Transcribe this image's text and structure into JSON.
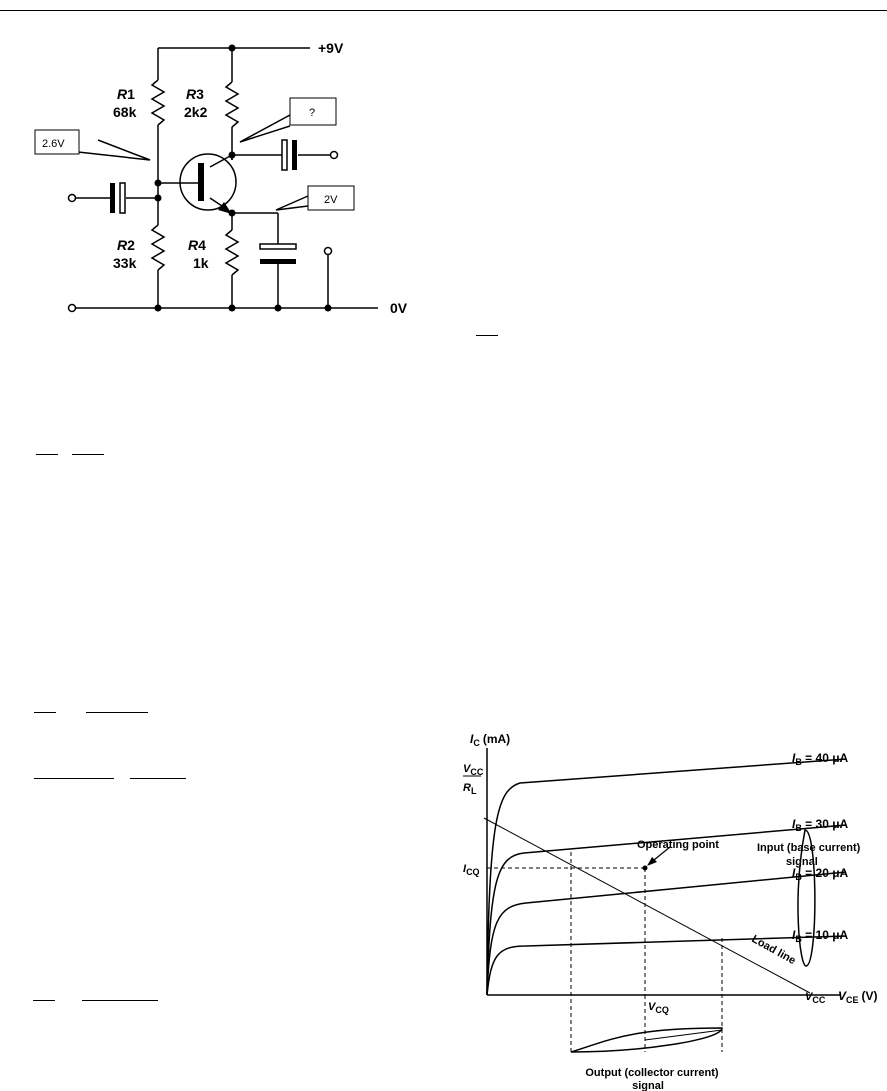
{
  "circuit": {
    "supply_label": "+9V",
    "ground_label": "0V",
    "r1": {
      "name": "R",
      "num": "1",
      "value": "68k"
    },
    "r3": {
      "name": "R",
      "num": "3",
      "value": "2k2"
    },
    "r2": {
      "name": "R",
      "num": "2",
      "value": "33k"
    },
    "r4": {
      "name": "R",
      "num": "4",
      "value": "1k"
    },
    "callout_base": "2.6V",
    "callout_collector": "?",
    "callout_emitter": "2V"
  },
  "graph": {
    "y_axis_sym": "I",
    "y_axis_sub": "C",
    "y_axis_unit": "(mA)",
    "x_axis_sym": "V",
    "x_axis_sub": "CE",
    "x_axis_unit": "(V)",
    "vcc_frac_num_sym": "V",
    "vcc_frac_num_sub": "CC",
    "vcc_frac_den_sym": "R",
    "vcc_frac_den_sub": "L",
    "icq_sym": "I",
    "icq_sub": "CQ",
    "vcq_sym": "V",
    "vcq_sub": "CQ",
    "vcc_sym": "V",
    "vcc_sub": "CC",
    "curves": [
      {
        "sym": "I",
        "sub": "B",
        "val": " = 40 μA"
      },
      {
        "sym": "I",
        "sub": "B",
        "val": " = 30 μA"
      },
      {
        "sym": "I",
        "sub": "B",
        "val": " = 20 μA"
      },
      {
        "sym": "I",
        "sub": "B",
        "val": " = 10 μA"
      }
    ],
    "operating_point": "Operating  point",
    "input_line1": "Input (base current)",
    "input_line2": "signal",
    "load_line": "Load line",
    "output_line1": "Output (collector current)",
    "output_line2": "signal"
  }
}
